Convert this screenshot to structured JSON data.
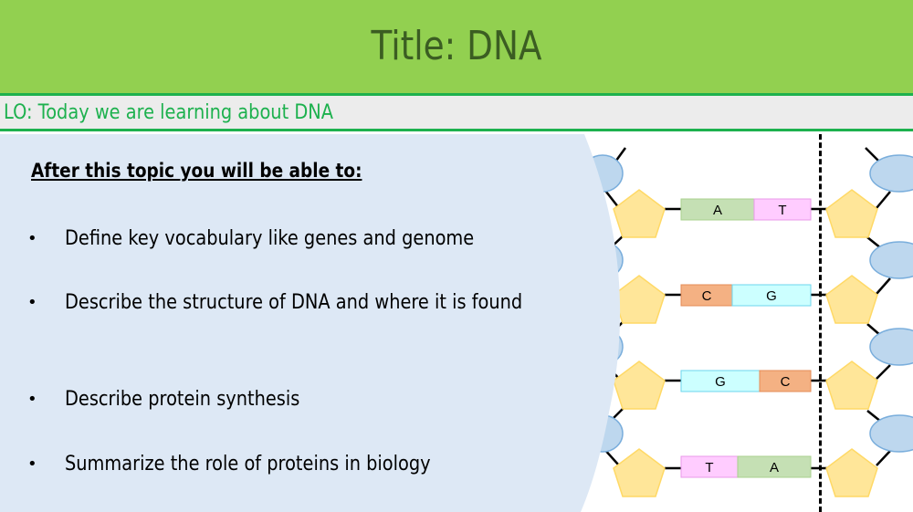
{
  "header": {
    "title": "Title: DNA"
  },
  "learning_objective": {
    "text": "LO: Today we are learning about DNA"
  },
  "objectives": {
    "heading": "After this topic you will be able to:",
    "items": [
      {
        "bullet": "•",
        "text": "Define key vocabulary like genes and genome"
      },
      {
        "bullet": "•",
        "text": "Describe the structure of DNA and where it is found"
      },
      {
        "bullet": "•",
        "text": "Describe protein synthesis"
      },
      {
        "bullet": "•",
        "text": "Summarize the role of proteins in biology"
      }
    ]
  },
  "diagram": {
    "base_pairs": [
      {
        "left": "A",
        "right": "T"
      },
      {
        "left": "C",
        "right": "G"
      },
      {
        "left": "G",
        "right": "C"
      },
      {
        "left": "T",
        "right": "A"
      }
    ],
    "colors": {
      "A": "#c5e0b4",
      "T": "#ffccff",
      "C": "#f4b183",
      "G": "#ccffff",
      "sugar": "#ffe699",
      "phosphate": "#bdd7ee"
    }
  }
}
